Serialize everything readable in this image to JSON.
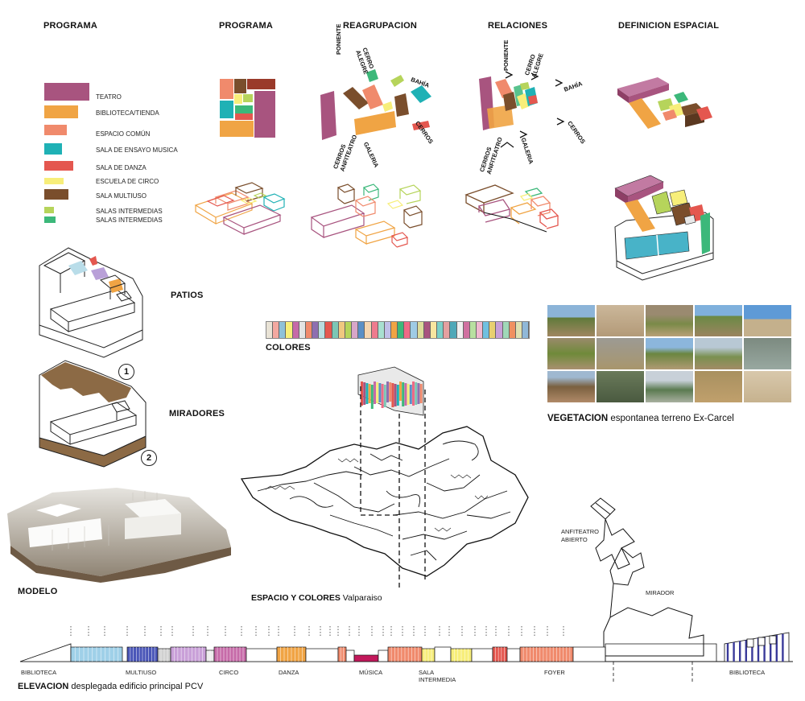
{
  "headings": {
    "programa1": "PROGRAMA",
    "programa2": "PROGRAMA",
    "reagrupacion": "REAGRUPACION",
    "relaciones": "RELACIONES",
    "definicion": "DEFINICION ESPACIAL",
    "patios": "PATIOS",
    "miradores": "MIRADORES",
    "modelo": "MODELO",
    "colores": "COLORES",
    "espacio_bold": "ESPACIO Y COLORES",
    "espacio_rest": " Valparaiso",
    "vegetacion_bold": "VEGETACION",
    "vegetacion_rest": " espontanea terreno Ex-Carcel",
    "elevacion_bold": "ELEVACION",
    "elevacion_rest": " desplegada  edificio principal PCV"
  },
  "legend": [
    {
      "label": "TEATRO",
      "color": "#a8547f"
    },
    {
      "label": "BIBLIOTECA/TIENDA",
      "color": "#f0a444"
    },
    {
      "label": "ESPACIO COMÚN",
      "color": "#f08a6c"
    },
    {
      "label": "SALA DE ENSAYO MUSICA",
      "color": "#1fb1b5"
    },
    {
      "label": "SALA DE DANZA",
      "color": "#e4574f"
    },
    {
      "label": "ESCUELA DE CIRCO",
      "color": "#f7ee7a"
    },
    {
      "label": "SALA MULTIUSO",
      "color": "#7a4e2c"
    },
    {
      "label": "SALAS INTERMEDIAS",
      "color": "#b6d45b"
    },
    {
      "label": "SALAS INTERMEDIAS",
      "color": "#3cb87a"
    }
  ],
  "diagram_labels": {
    "poniente": "PONIENTE",
    "cerro_alegre": "CERRO ALEGRE",
    "bahia": "BAHÍA",
    "cerros": "CERROS",
    "cerros_anfiteatro": "CERROS ANFITEATRO",
    "galeria": "GALERIA",
    "anfiteatro_abierto": "ANFITEATRO ABIERTO",
    "mirador": "MIRADOR",
    "num1": "1",
    "num2": "2"
  },
  "elevation_labels": [
    "BIBLIOTECA",
    "MULTIUSO",
    "CIRCO",
    "DANZA",
    "MÚSICA",
    "SALA INTERMEDIA",
    "FOYER",
    "BIBLIOTECA"
  ],
  "palette_strip": [
    "#e9e3d6",
    "#f2a8a0",
    "#8fc1d8",
    "#f7ee7a",
    "#c66aa8",
    "#e3e3e3",
    "#f08a6c",
    "#8e6fb0",
    "#b9dde0",
    "#e4574f",
    "#7cc6b5",
    "#f0c880",
    "#b6d45b",
    "#d8a6c8",
    "#5a8fc6",
    "#f4d5b0",
    "#ee7b8e",
    "#a8e0d0",
    "#c0c0e8",
    "#f0a444",
    "#3cb87a",
    "#ee6a86",
    "#9fcbe4",
    "#dcdc9a",
    "#a8547f",
    "#f8e6a0",
    "#7bd0c8",
    "#e4a0a0",
    "#4fa8b8",
    "#f0f0f0",
    "#d070a0",
    "#b8e0a0",
    "#f0b8d0",
    "#70c0e0",
    "#e8d070",
    "#c8a0d8",
    "#a0d8b8",
    "#f09060",
    "#e0e0b0",
    "#90b8d8"
  ],
  "colors": {
    "teatro": "#a8547f",
    "biblioteca": "#f0a444",
    "comun": "#f08a6c",
    "musica": "#1fb1b5",
    "danza": "#e4574f",
    "circo": "#f7ee7a",
    "multiuso": "#7a4e2c",
    "intermedia1": "#b6d45b",
    "intermedia2": "#3cb87a",
    "mirador_fill": "#8c6a45",
    "model_shadow": "#6e5a45"
  }
}
